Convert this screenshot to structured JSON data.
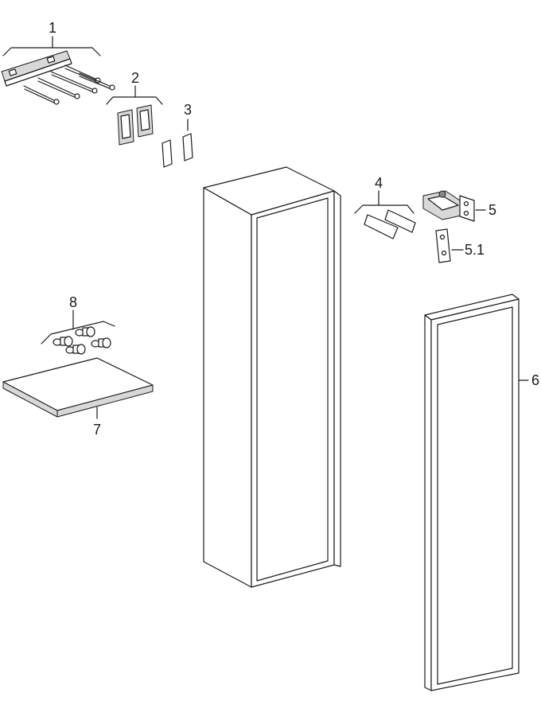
{
  "labels": {
    "wall_bracket_set": "1",
    "hanging_fittings": "2",
    "spacers": "3",
    "door_buffers": "4",
    "hinge": "5",
    "hinge_plate": "5.1",
    "door": "6",
    "shelf": "7",
    "shelf_supports": "8"
  },
  "colors": {
    "line": "#1a1a1a",
    "part_fill": "#ffffff",
    "shade": "#d8d8d8",
    "dark": "#8a8a8a"
  }
}
